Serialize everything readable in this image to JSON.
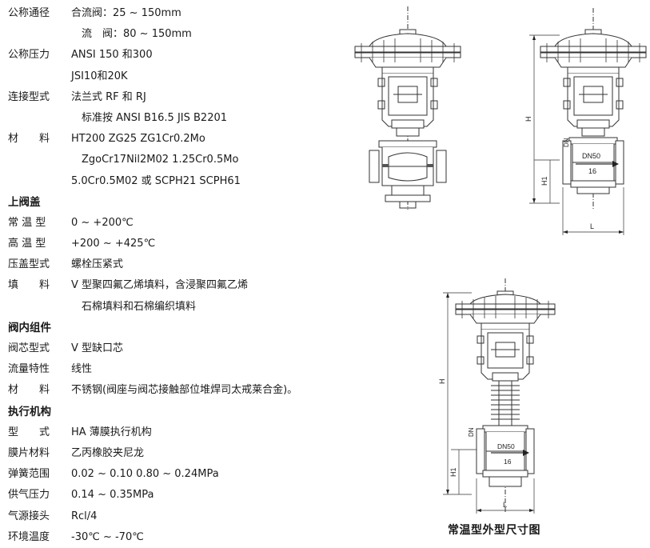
{
  "spec_rows": [
    {
      "label": "公称通径",
      "value": "合流阀：25 ~ 150mm",
      "style": "normal"
    },
    {
      "label": "",
      "value": "流　阀：80 ~ 150mm",
      "style": "indent2"
    },
    {
      "label": "公称压力",
      "value": "ANSI 150 和300",
      "style": "normal"
    },
    {
      "label": "",
      "value": "JSI10和20K",
      "style": "indent"
    },
    {
      "label": "连接型式",
      "value": "法兰式 RF 和 RJ",
      "style": "normal"
    },
    {
      "label": "",
      "value": "标准按 ANSI B16.5 JIS B2201",
      "style": "indent2"
    },
    {
      "label": "材　　料",
      "value": "HT200 ZG25 ZG1Cr0.2Mo",
      "style": "normal"
    },
    {
      "label": "",
      "value": "ZgoCr17Nil2M02  1.25Cr0.5Mo",
      "style": "indent2"
    },
    {
      "label": "",
      "value": "5.0Cr0.5M02 或 SCPH21  SCPH61",
      "style": "indent"
    },
    {
      "label": "上阀盖",
      "value": "",
      "style": "head"
    },
    {
      "label": "常 温 型",
      "value": "0 ~ +200℃",
      "style": "normal"
    },
    {
      "label": "高 温 型",
      "value": "+200 ~ +425℃",
      "style": "normal"
    },
    {
      "label": "压盖型式",
      "value": "螺栓压紧式",
      "style": "normal"
    },
    {
      "label": "填　　料",
      "value": "V 型聚四氟乙烯填料，含浸聚四氟乙烯",
      "style": "normal"
    },
    {
      "label": "",
      "value": "石棉填料和石棉编织填料",
      "style": "indent2"
    },
    {
      "label": "阀内组件",
      "value": "",
      "style": "head"
    },
    {
      "label": "阀芯型式",
      "value": "V 型缺口芯",
      "style": "normal"
    },
    {
      "label": "流量特性",
      "value": "线性",
      "style": "normal"
    },
    {
      "label": "材　　料",
      "value": "不锈钢(阀座与阀芯接触部位堆焊司太戒莱合金)。",
      "style": "normal"
    },
    {
      "label": "执行机构",
      "value": "",
      "style": "head"
    },
    {
      "label": "型　　式",
      "value": "HA 薄膜执行机构",
      "style": "normal"
    },
    {
      "label": "膜片材料",
      "value": "乙丙橡胶夹尼龙",
      "style": "normal"
    },
    {
      "label": "弹簧范围",
      "value": "0.02 ~ 0.10  0.80 ~ 0.24MPa",
      "style": "normal"
    },
    {
      "label": "供气压力",
      "value": "0.14 ~ 0.35MPa",
      "style": "normal"
    },
    {
      "label": "气源接头",
      "value": "Rcl/4",
      "style": "normal"
    },
    {
      "label": "环境温度",
      "value": "-30℃ ~ -70℃",
      "style": "normal"
    }
  ],
  "drawings": {
    "dim_h": "H",
    "dim_h1": "H1",
    "dim_l": "L",
    "dim_dn": "DN",
    "dn_value": "DN50",
    "size_value": "16"
  },
  "caption": "常温型外型尺寸图"
}
